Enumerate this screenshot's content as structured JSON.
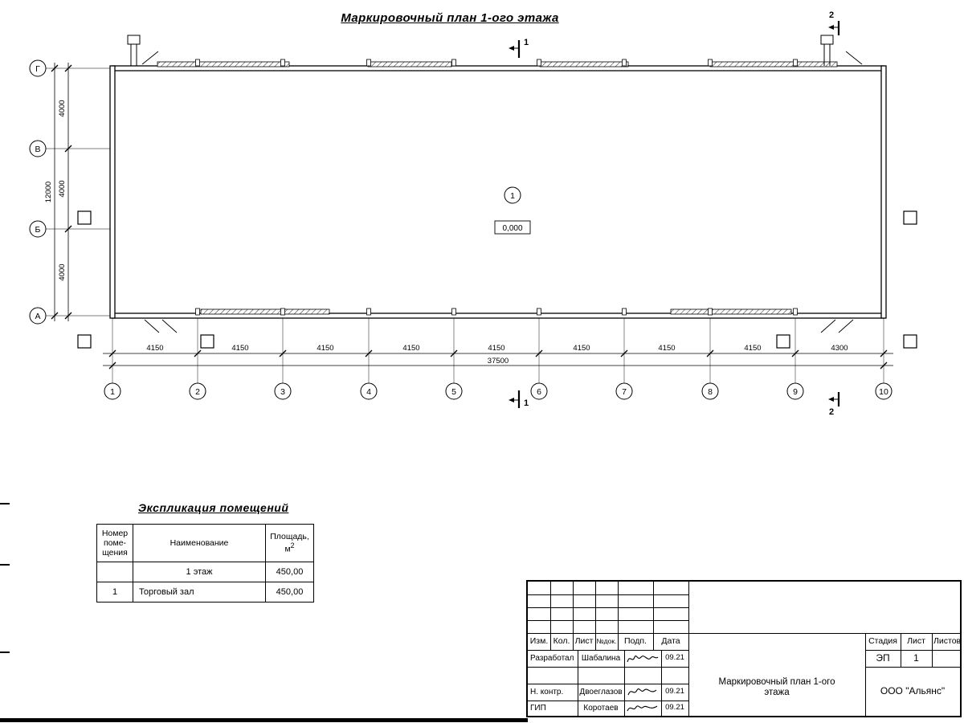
{
  "title": "Маркировочный план 1-ого этажа",
  "colors": {
    "line": "#000000",
    "background": "#ffffff"
  },
  "plan": {
    "axes_h": [
      "1",
      "2",
      "3",
      "4",
      "5",
      "6",
      "7",
      "8",
      "9",
      "10"
    ],
    "axes_v": [
      "Г",
      "В",
      "Б",
      "А"
    ],
    "dims_bottom": [
      "4150",
      "4150",
      "4150",
      "4150",
      "4150",
      "4150",
      "4150",
      "4150",
      "4300"
    ],
    "dim_total_bottom": "37500",
    "dims_left": [
      "4000",
      "4000",
      "4000"
    ],
    "dim_total_left": "12000",
    "room_number": "1",
    "elevation_mark": "0,000",
    "section_1": "1",
    "section_2": "2"
  },
  "schedule": {
    "title": "Экспликация  помещений",
    "headers": {
      "number": "Номер\nпоме-\nщения",
      "name": "Наименование",
      "area_l1": "Площадь,",
      "area_unit": "м",
      "area_sup": "2"
    },
    "rows": [
      {
        "number": "",
        "name": "1 этаж",
        "area": "450,00"
      },
      {
        "number": "1",
        "name": "Торговый зал",
        "area": "450,00"
      }
    ]
  },
  "titleblock": {
    "header_cols": [
      "Изм.",
      "Кол.",
      "Лист",
      "№док.",
      "Подп.",
      "Дата"
    ],
    "sign_rows": [
      {
        "role": "Разработал",
        "name": "Шабалина",
        "date": "09.21"
      },
      {
        "role": "Н. контр.",
        "name": "Двоеглазов",
        "date": "09.21"
      },
      {
        "role": "ГИП",
        "name": "Коротаев",
        "date": "09.21"
      }
    ],
    "doc_title": "Маркировочный план 1-ого этажа",
    "stage_label": "Стадия",
    "sheet_label": "Лист",
    "sheets_label": "Листов",
    "stage": "ЭП",
    "sheet": "1",
    "company": "ООО \"Альянс\""
  }
}
